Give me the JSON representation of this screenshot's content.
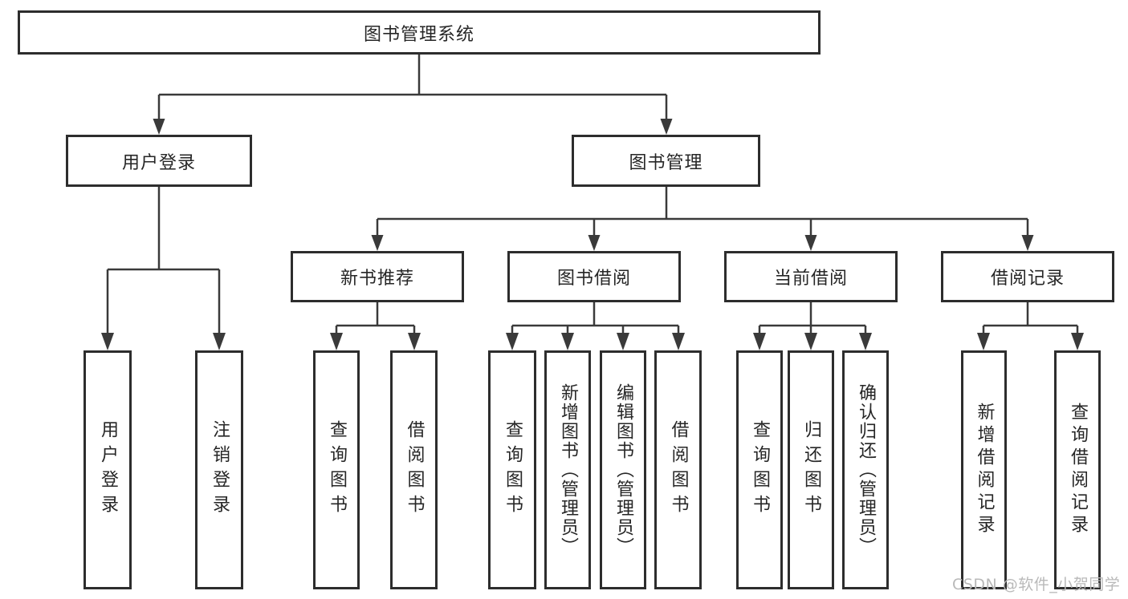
{
  "colors": {
    "line": "#3a3a3a",
    "box_border": "#2d2d2d",
    "text": "#262626",
    "watermark": "#b9b9b9",
    "background": "#ffffff"
  },
  "watermark": "CSDN @软件_小贺同学",
  "tree": {
    "root": {
      "label": "图书管理系统"
    },
    "branches": [
      {
        "label": "用户登录",
        "children": [
          {
            "label": "用户登录"
          },
          {
            "label": "注销登录"
          }
        ]
      },
      {
        "label": "图书管理",
        "groups": [
          {
            "label": "新书推荐",
            "children": [
              {
                "label": "查询图书"
              },
              {
                "label": "借阅图书"
              }
            ]
          },
          {
            "label": "图书借阅",
            "children": [
              {
                "label": "查询图书"
              },
              {
                "label": "新增图书（管理员）"
              },
              {
                "label": "编辑图书（管理员）"
              },
              {
                "label": "借阅图书"
              }
            ]
          },
          {
            "label": "当前借阅",
            "children": [
              {
                "label": "查询图书"
              },
              {
                "label": "归还图书"
              },
              {
                "label": "确认归还（管理员）"
              }
            ]
          },
          {
            "label": "借阅记录",
            "children": [
              {
                "label": "新增借阅记录"
              },
              {
                "label": "查询借阅记录"
              }
            ]
          }
        ]
      }
    ]
  }
}
